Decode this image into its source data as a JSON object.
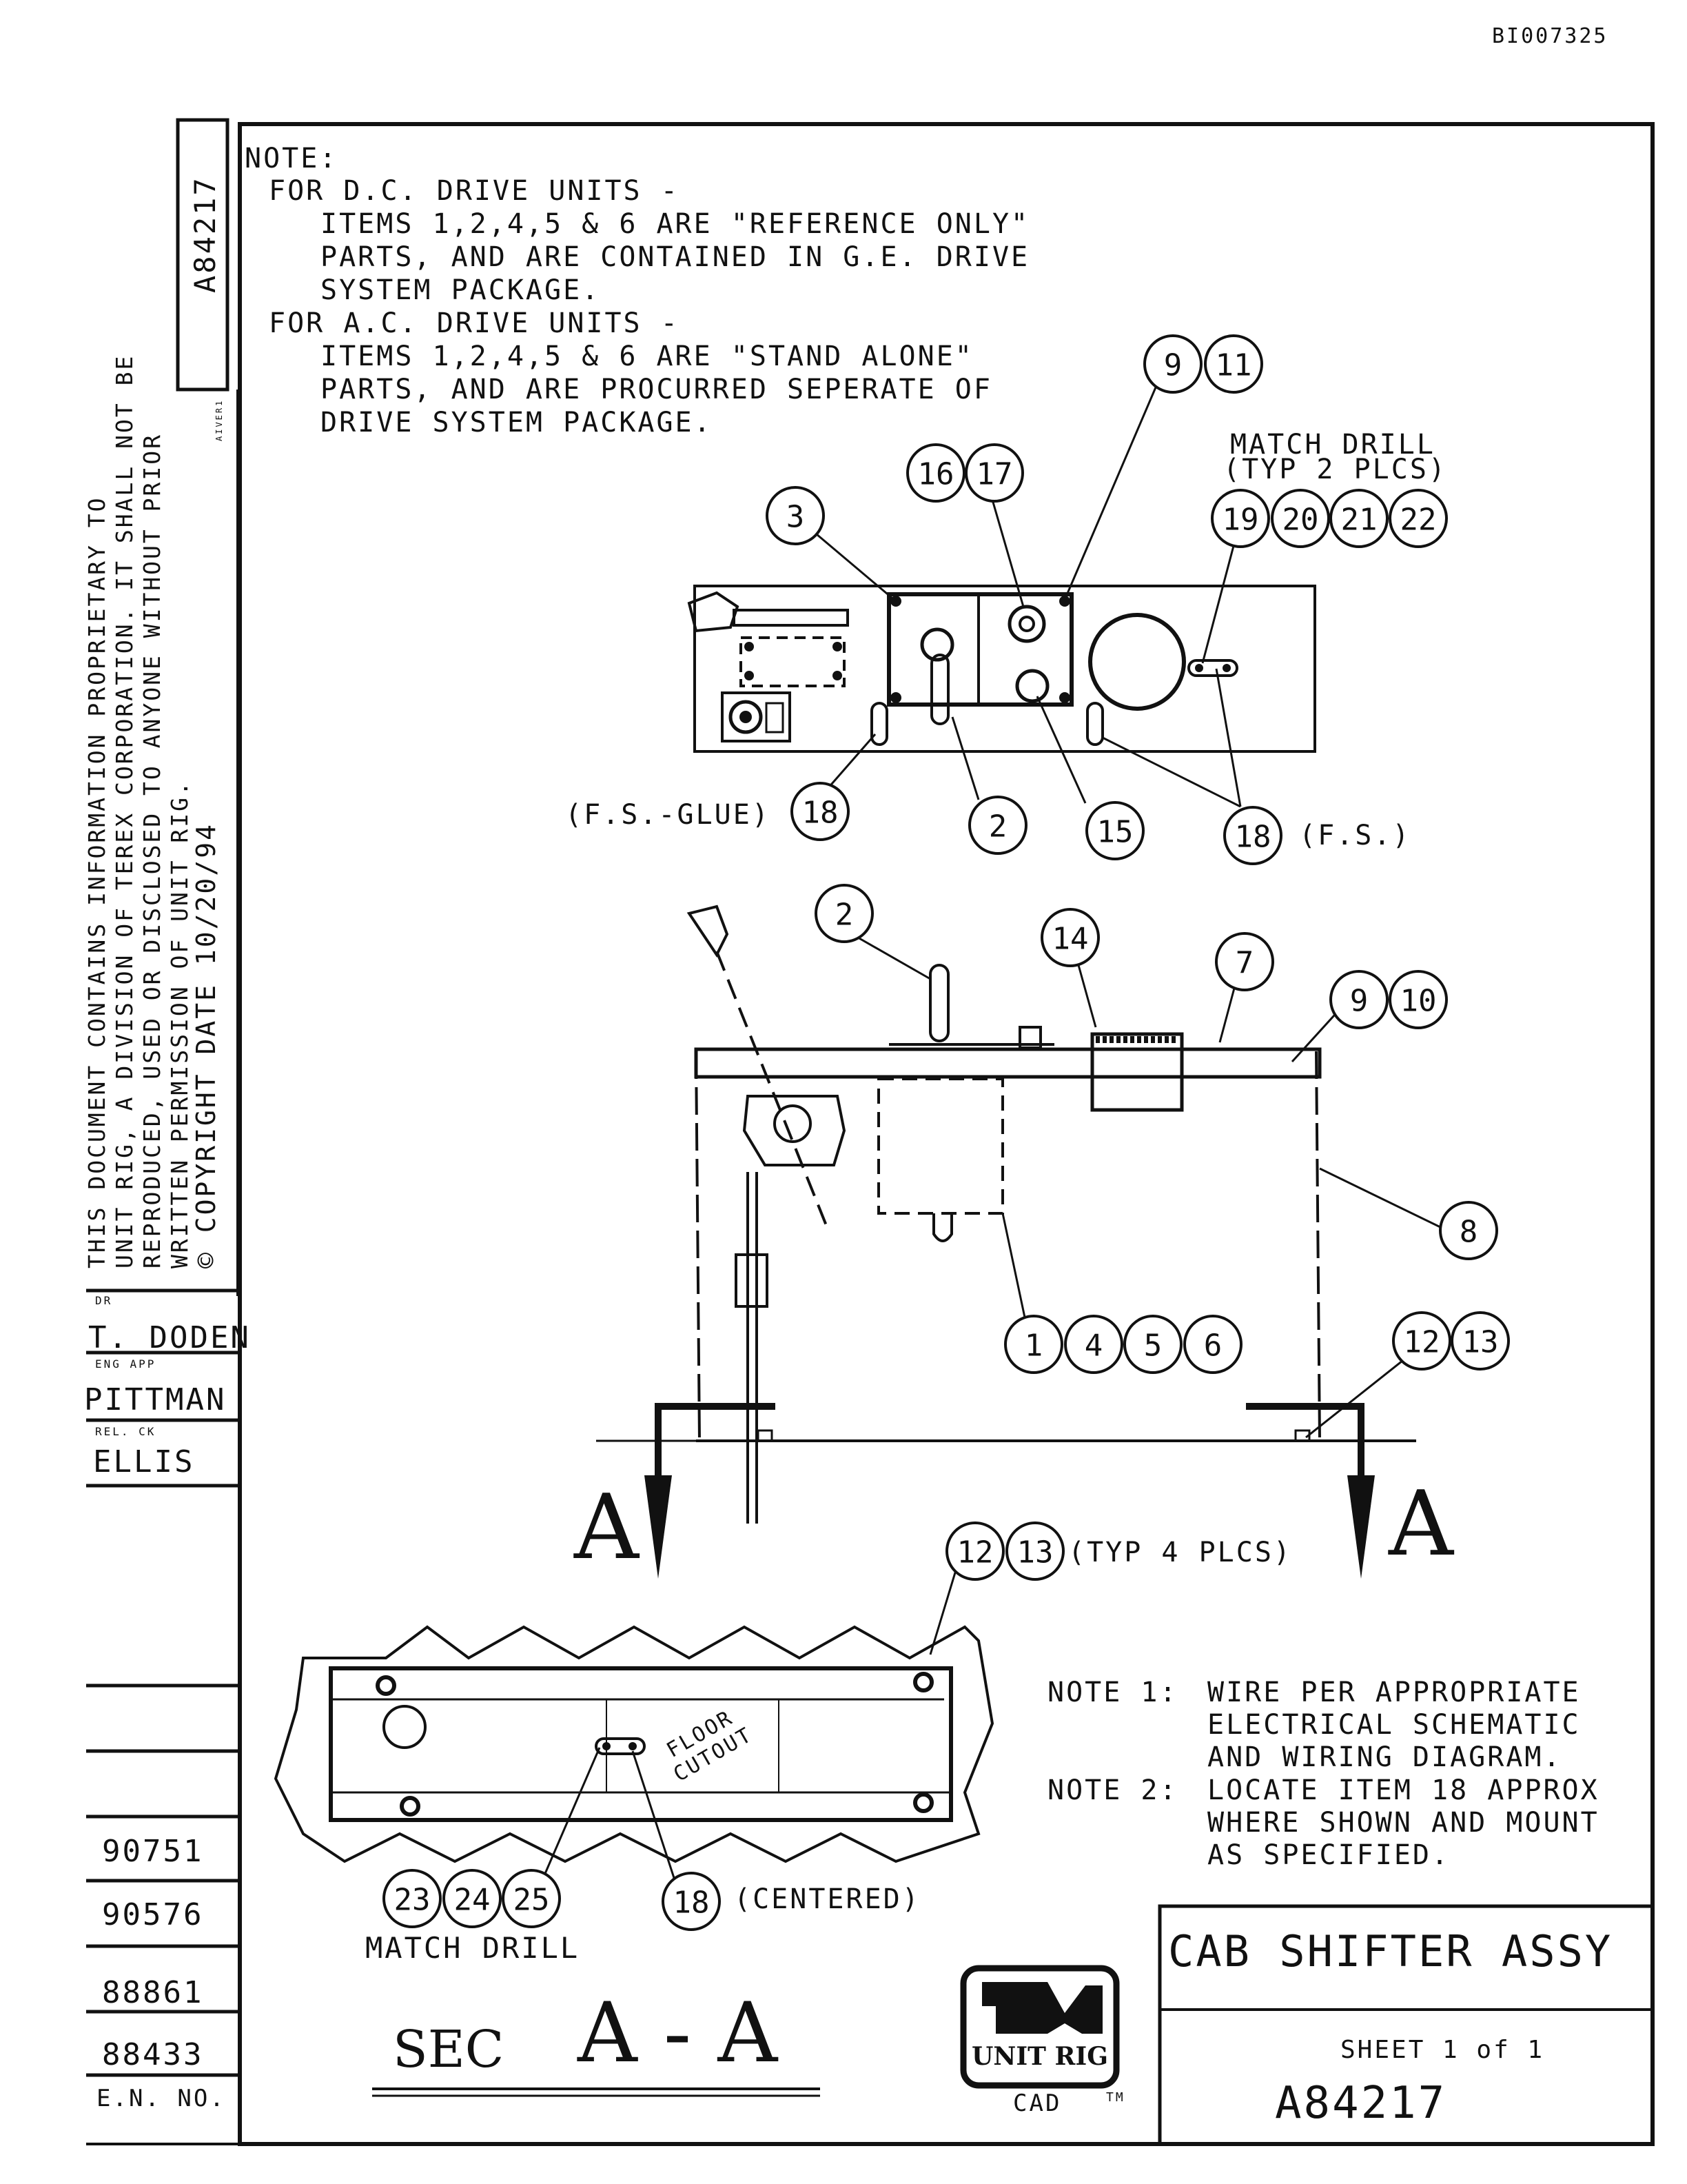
{
  "doc_id": "BI007325",
  "drawing_number_vertical": "A84217",
  "tiny_mark": "AIVER1",
  "notes_top": [
    "NOTE:",
    "FOR D.C. DRIVE UNITS -",
    "ITEMS 1,2,4,5 & 6 ARE \"REFERENCE ONLY\"",
    "PARTS, AND ARE CONTAINED IN G.E. DRIVE",
    "SYSTEM PACKAGE.",
    "FOR A.C. DRIVE UNITS -",
    "ITEMS 1,2,4,5 & 6 ARE \"STAND ALONE\"",
    "PARTS, AND ARE PROCURRED SEPERATE OF",
    "DRIVE SYSTEM PACKAGE."
  ],
  "proprietary": [
    "THIS DOCUMENT CONTAINS INFORMATION PROPRIETARY TO",
    "UNIT RIG, A DIVISION OF TEREX CORPORATION. IT SHALL NOT BE",
    "REPRODUCED, USED OR DISCLOSED TO ANYONE WITHOUT PRIOR",
    "WRITTEN PERMISSION OF UNIT RIG.",
    "© COPYRIGHT DATE 10/20/94"
  ],
  "signoff": {
    "dr_label": "DR",
    "dr_name": "T. DODEN",
    "eng_label": "ENG APP",
    "eng_name": "PITTMAN",
    "rel_label": "REL. CK",
    "rel_name": "ELLIS"
  },
  "en_numbers": [
    "90751",
    "90576",
    "88861",
    "88433"
  ],
  "en_label": "E.N. NO.",
  "labels": {
    "match_drill_top": "MATCH DRILL",
    "typ_2_plcs": "(TYP 2 PLCS)",
    "fs_glue": "(F.S.-GLUE)",
    "fs": "(F.S.)",
    "typ_4_plcs": "(TYP 4 PLCS)",
    "floor_cutout_1": "FLOOR",
    "floor_cutout_2": "CUTOUT",
    "centered": "(CENTERED)",
    "match_drill_bottom": "MATCH DRILL",
    "section_a": "A",
    "sec_title_1": "SEC",
    "sec_title_2": "A - A"
  },
  "notes_bottom": [
    {
      "label": "NOTE 1:",
      "lines": [
        "WIRE PER APPROPRIATE",
        "ELECTRICAL SCHEMATIC",
        "AND WIRING DIAGRAM."
      ]
    },
    {
      "label": "NOTE 2:",
      "lines": [
        "LOCATE ITEM 18 APPROX",
        "WHERE SHOWN AND MOUNT",
        "AS SPECIFIED."
      ]
    }
  ],
  "title_block": {
    "title": "CAB SHIFTER ASSY",
    "sheet": "SHEET 1 of 1",
    "drawing_number": "A84217",
    "logo_text": "UNIT RIG",
    "cad": "CAD",
    "tm": "TM"
  },
  "balloons": [
    "9",
    "11",
    "16",
    "17",
    "3",
    "19",
    "20",
    "21",
    "22",
    "18",
    "2",
    "15",
    "18",
    "2",
    "14",
    "7",
    "9",
    "10",
    "8",
    "1",
    "4",
    "5",
    "6",
    "12",
    "13",
    "12",
    "13",
    "23",
    "24",
    "25",
    "18"
  ]
}
